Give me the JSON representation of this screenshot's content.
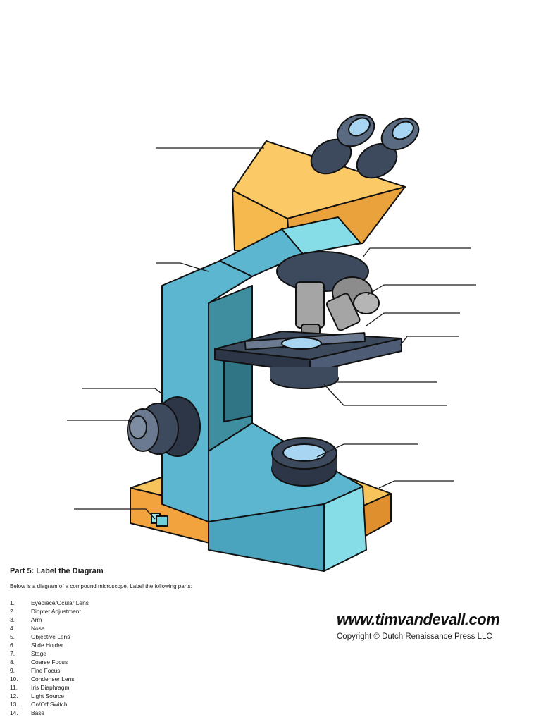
{
  "section_title": "Part 5: Label the Diagram",
  "instructions": "Below is a diagram of a compound microscope. Label the following parts:",
  "parts": [
    {
      "num": "1.",
      "label": "Eyepiece/Ocular Lens"
    },
    {
      "num": "2.",
      "label": "Diopter Adjustment"
    },
    {
      "num": "3.",
      "label": "Arm"
    },
    {
      "num": "4.",
      "label": "Nose"
    },
    {
      "num": "5.",
      "label": "Objective Lens"
    },
    {
      "num": "6.",
      "label": "Slide Holder"
    },
    {
      "num": "7.",
      "label": "Stage"
    },
    {
      "num": "8.",
      "label": "Coarse Focus"
    },
    {
      "num": "9.",
      "label": "Fine Focus"
    },
    {
      "num": "10.",
      "label": "Condenser Lens"
    },
    {
      "num": "11.",
      "label": "Iris Diaphragm"
    },
    {
      "num": "12.",
      "label": "Light Source"
    },
    {
      "num": "13.",
      "label": "On/Off Switch"
    },
    {
      "num": "14.",
      "label": "Base"
    }
  ],
  "website": "www.timvandevall.com",
  "copyright": "Copyright © Dutch Renaissance Press LLC",
  "colors": {
    "head_orange": "#f5b94e",
    "base_orange": "#f2a33e",
    "arm_blue": "#5cb6cf",
    "arm_light": "#86dde8",
    "arm_dark": "#3f8ea0",
    "stage_dark": "#3d4a5e",
    "lens_gray": "#a5a5a5"
  }
}
